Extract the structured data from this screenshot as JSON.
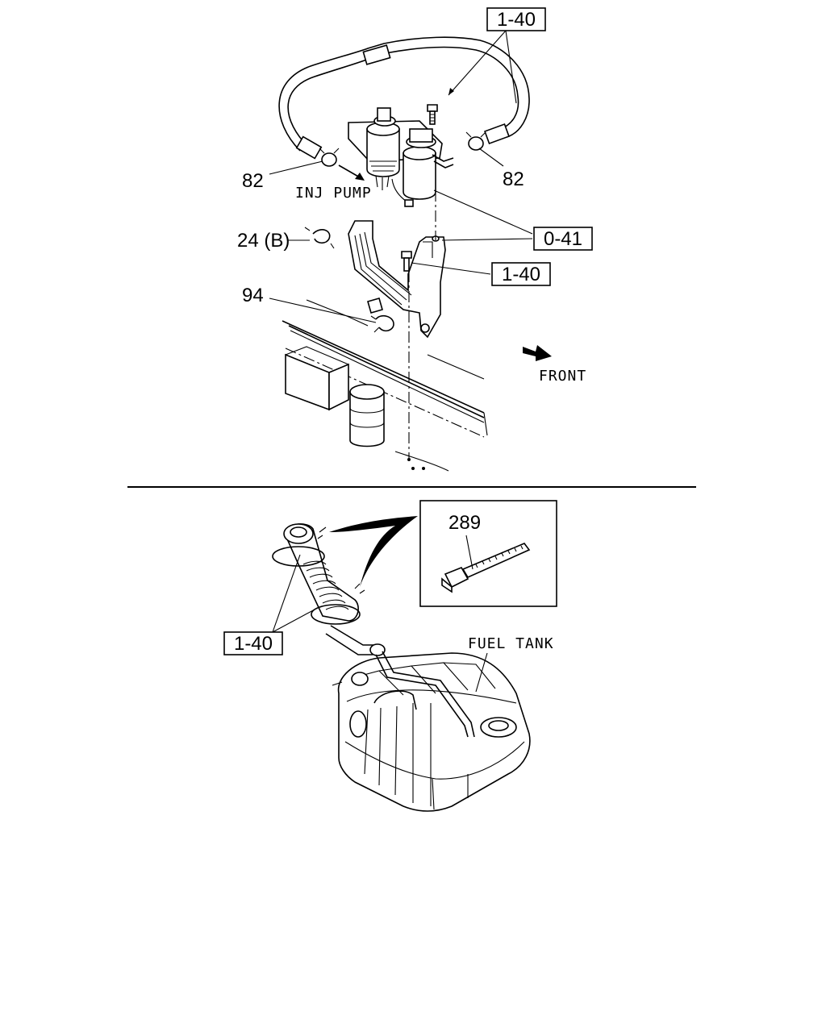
{
  "callouts": {
    "hose_top": "1-40",
    "clamp_left": "82",
    "clamp_right": "82",
    "filter_bracket": "0-41",
    "bracket_bolt": "1-40",
    "clip": "24 (B)",
    "clamp_lower": "94",
    "filler_hose": "1-40",
    "cable_tie": "289"
  },
  "labels": {
    "inj_pump": "INJ PUMP",
    "front": "FRONT",
    "fuel_tank": "FUEL TANK"
  }
}
